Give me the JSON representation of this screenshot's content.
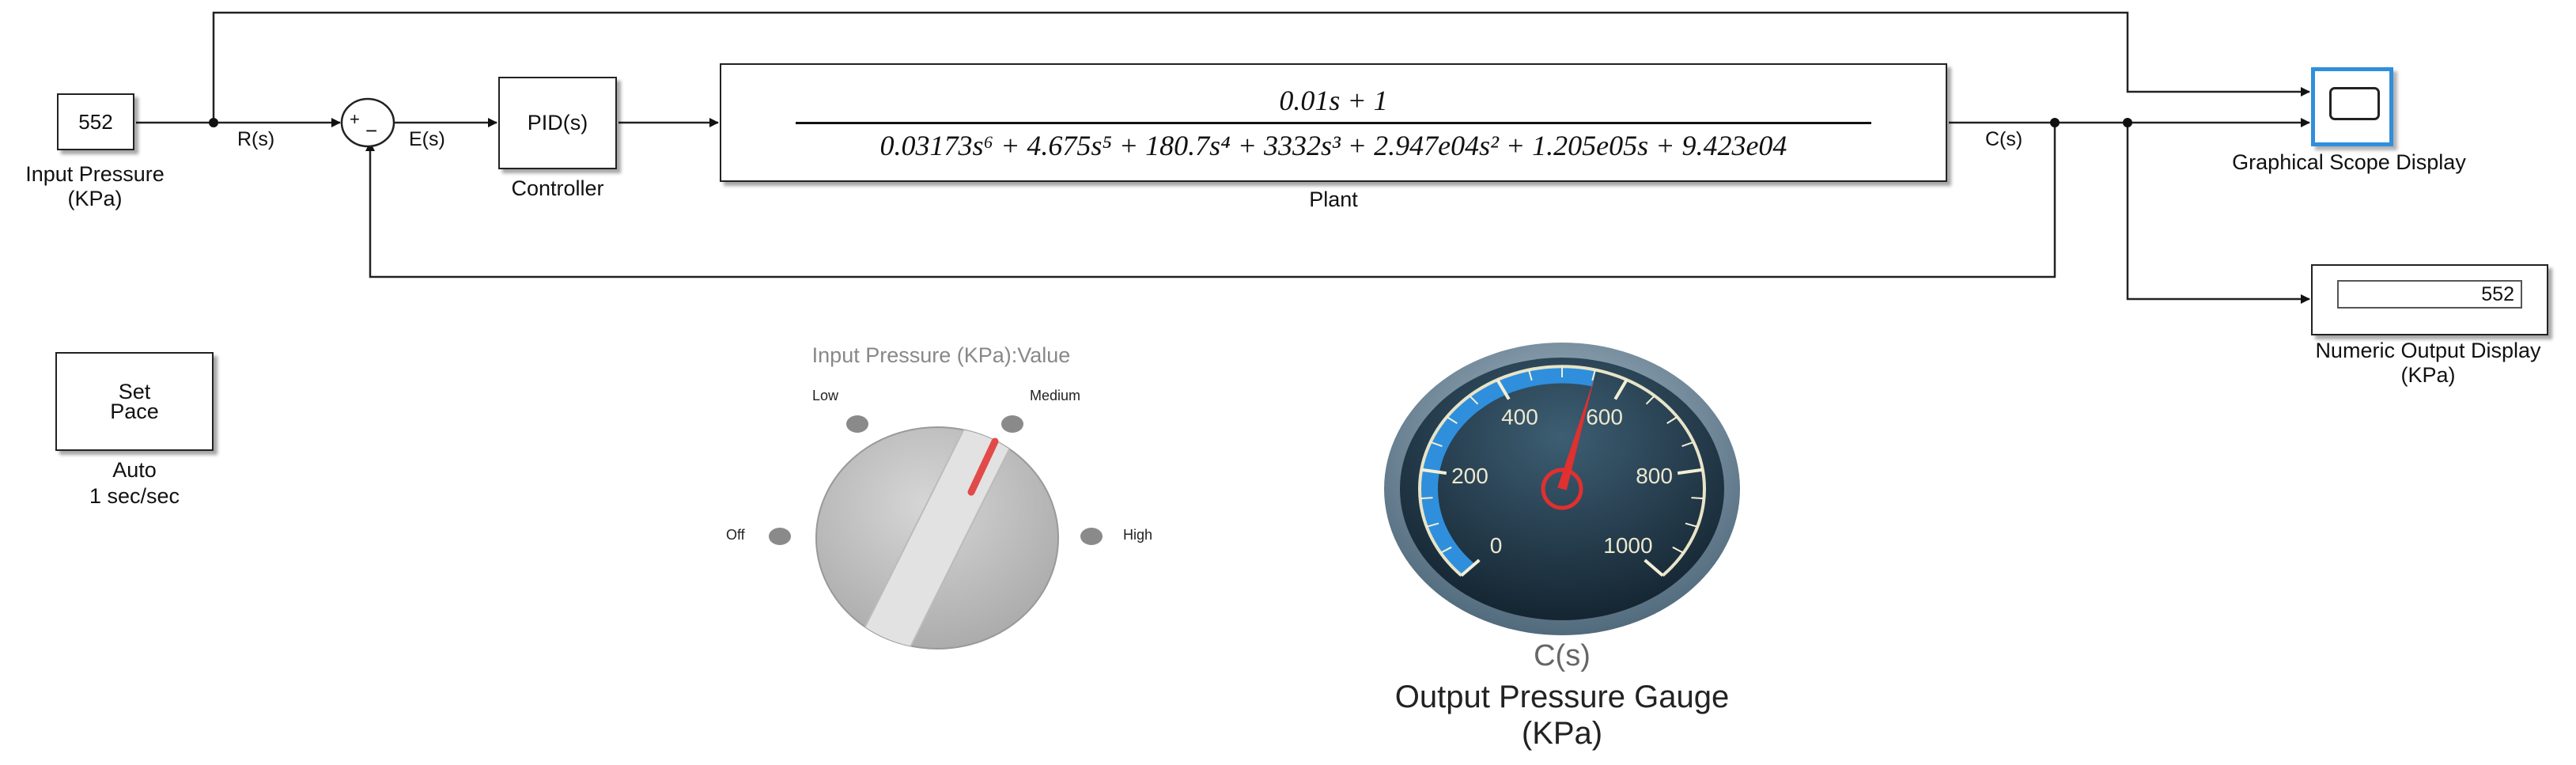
{
  "blocks": {
    "input_value": "552",
    "input_label_line1": "Input Pressure",
    "input_label_line2": "(KPa)",
    "sum_plus": "+",
    "sum_minus": "−",
    "controller_text": "PID(s)",
    "controller_label": "Controller",
    "plant_label": "Plant",
    "scope_label": "Graphical Scope Display",
    "numeric_value": "552",
    "numeric_label_line1": "Numeric Output Display",
    "numeric_label_line2": "(KPa)",
    "pace_line1": "Set",
    "pace_line2": "Pace",
    "pace_mode": "Auto",
    "pace_rate": "1 sec/sec"
  },
  "signals": {
    "r": "R(s)",
    "e": "E(s)",
    "c": "C(s)"
  },
  "plant_tf": {
    "numerator": "0.01s + 1",
    "denominator": "0.03173s⁶ + 4.675s⁵ + 180.7s⁴ + 3332s³ + 2.947e04s² + 1.205e05s + 9.423e04"
  },
  "knob": {
    "title": "Input Pressure (KPa):Value",
    "positions": [
      "Off",
      "Low",
      "Medium",
      "High"
    ],
    "selected": "Medium"
  },
  "gauge": {
    "ticks": [
      "0",
      "200",
      "400",
      "600",
      "800",
      "1000"
    ],
    "min": 0,
    "max": 1000,
    "value": 552,
    "signal_label": "C(s)",
    "title_line1": "Output Pressure Gauge",
    "title_line2": "(KPa)"
  }
}
